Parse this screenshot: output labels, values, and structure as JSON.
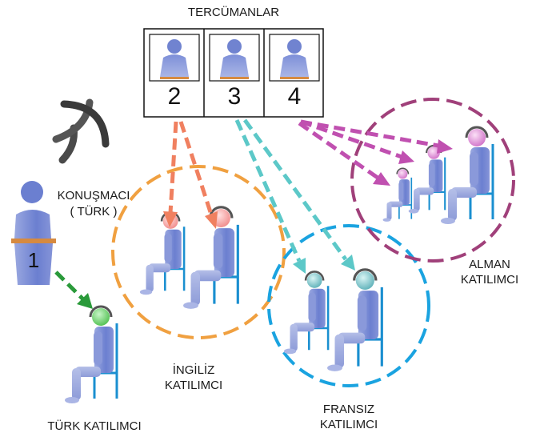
{
  "translators": {
    "title": "TERCÜMANLAR",
    "booths": [
      "2",
      "3",
      "4"
    ]
  },
  "speaker": {
    "label_line1": "KONUŞMACI",
    "label_line2": "( TÜRK )",
    "podium_number": "1"
  },
  "groups": {
    "turk": {
      "label": "TÜRK KATILIMCI",
      "color": "#1f9a3a"
    },
    "ingiliz": {
      "label_line1": "İNGİLİZ",
      "label_line2": "KATILIMCI",
      "color": "#f0a040"
    },
    "fransiz": {
      "label_line1": "FRANSIZ",
      "label_line2": "KATILIMCI",
      "color": "#1aa3e0"
    },
    "alman": {
      "label_line1": "ALMAN",
      "label_line2": "KATILIMCI",
      "color": "#a0407a"
    }
  },
  "arrow_colors": {
    "speaker_to_turk": "#2a9a3a",
    "booth2_to_ingiliz": "#f08060",
    "booth3_to_fransiz": "#5cc8c8",
    "booth4_to_alman": "#c050b0"
  },
  "icons": {
    "sound_waves": "sound-waves-icon",
    "headphones": "headphones-icon",
    "person": "person-icon"
  }
}
